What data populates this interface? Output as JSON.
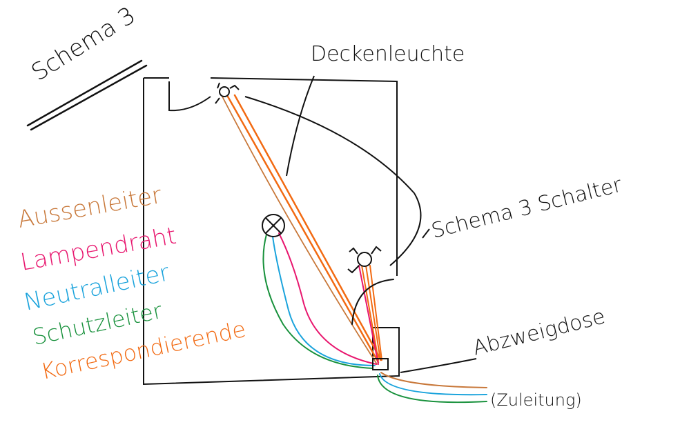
{
  "title": "Schema 3",
  "labels": {
    "lamp": "Deckenleuchte",
    "switch": "Schema 3 Schalter",
    "junction_box": "Abzweigdose",
    "supply": "(Zuleitung)"
  },
  "legend": [
    {
      "label": "Aussenleiter",
      "color": "#c8783a"
    },
    {
      "label": "Lampendraht",
      "color": "#e8166e"
    },
    {
      "label": "Neutralleiter",
      "color": "#1aa3dc"
    },
    {
      "label": "Schutzleiter",
      "color": "#18913c"
    },
    {
      "label": "Korrespondierende",
      "color": "#f26a12"
    }
  ]
}
